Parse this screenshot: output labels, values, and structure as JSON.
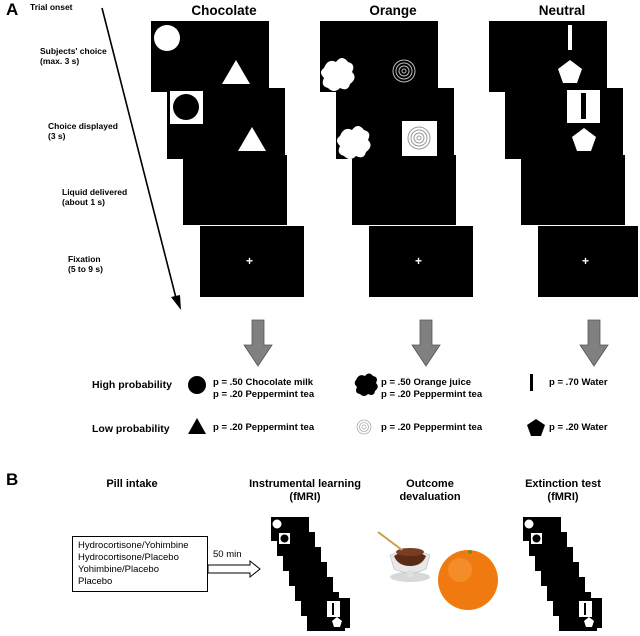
{
  "panel_a": {
    "letter": "A",
    "timeline": {
      "trial_onset": "Trial onset",
      "subjects_choice": [
        "Subjects' choice",
        "(max. 3 s)"
      ],
      "choice_displayed": [
        "Choice displayed",
        "(3 s)"
      ],
      "liquid_delivered": [
        "Liquid delivered",
        "(about 1 s)"
      ],
      "fixation": [
        "Fixation",
        "(5 to 9 s)"
      ]
    },
    "columns": [
      "Chocolate",
      "Orange",
      "Neutral"
    ],
    "fixation_cross": "+",
    "outcomes": {
      "high_label": "High probability",
      "low_label": "Low probability",
      "chocolate_high": [
        "p = .50 Chocolate milk",
        "p = .20 Peppermint tea"
      ],
      "chocolate_low": "p = .20 Peppermint tea",
      "orange_high": [
        "p = .50 Orange juice",
        "p = .20 Peppermint tea"
      ],
      "orange_low": "p = .20 Peppermint tea",
      "neutral_high": "p = .70 Water",
      "neutral_low": "p = .20 Water"
    }
  },
  "panel_b": {
    "letter": "B",
    "pill_intake": "Pill intake",
    "pills": [
      "Hydrocortisone/Yohimbine",
      "Hydrocortisone/Placebo",
      "Yohimbine/Placebo",
      "Placebo"
    ],
    "delay": "50 min",
    "instrumental": [
      "Instrumental learning",
      "(fMRI)"
    ],
    "devaluation": [
      "Outcome",
      "devaluation"
    ],
    "extinction": [
      "Extinction test",
      "(fMRI)"
    ]
  }
}
